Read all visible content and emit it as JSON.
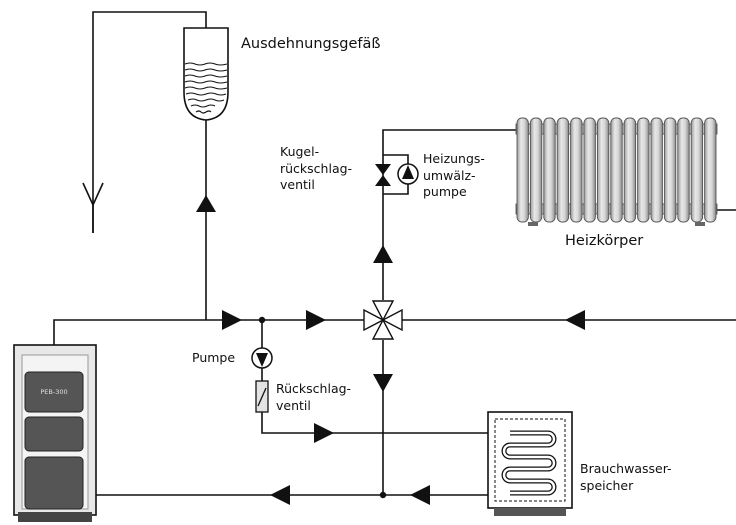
{
  "labels": {
    "expansion_vessel": "Ausdehnungsgefäß",
    "check_valve_ball": [
      "Kugel-",
      "rückschlag-",
      "ventil"
    ],
    "circulation_pump": [
      "Heizungs-",
      "umwälz-",
      "pumpe"
    ],
    "radiator": "Heizkörper",
    "pump": "Pumpe",
    "check_valve": [
      "Rückschlag-",
      "ventil"
    ],
    "water_tank": [
      "Brauchwasser-",
      "speicher"
    ],
    "boiler_display": "PEB-300"
  },
  "colors": {
    "line": "#111111",
    "boiler_light": "#e6e6e6",
    "boiler_dark": "#555555",
    "radiator": "#cfcfcf",
    "radiator_dark": "#7a7a7a"
  }
}
